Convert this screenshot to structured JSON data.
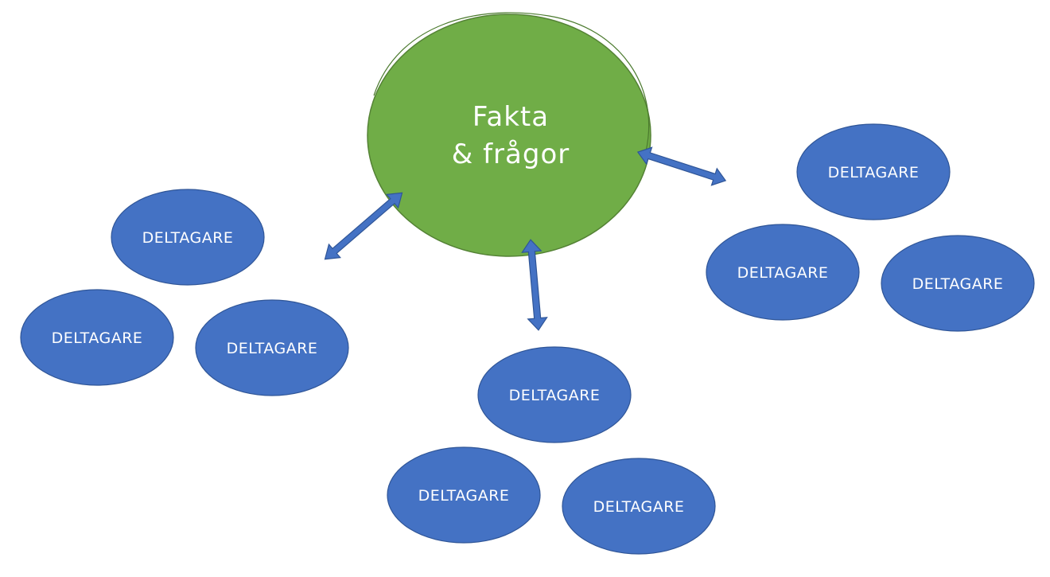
{
  "center": {
    "line1": "Fakta",
    "line2": "& frågor",
    "color": "#70AD47"
  },
  "node_color": "#4472C4",
  "arrow_color": "#4472C4",
  "groups": [
    {
      "nodes": [
        "DELTAGARE",
        "DELTAGARE",
        "DELTAGARE"
      ]
    },
    {
      "nodes": [
        "DELTAGARE",
        "DELTAGARE",
        "DELTAGARE"
      ]
    },
    {
      "nodes": [
        "DELTAGARE",
        "DELTAGARE",
        "DELTAGARE"
      ]
    }
  ]
}
